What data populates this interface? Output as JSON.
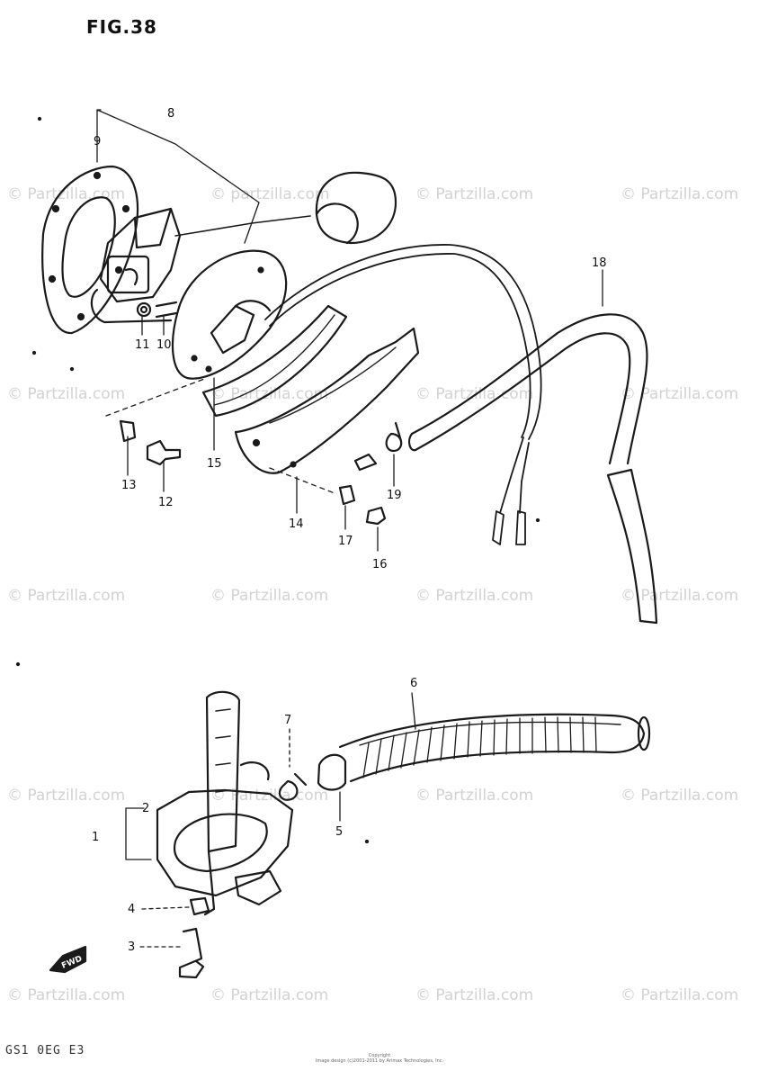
{
  "figure": {
    "title": "FIG.38",
    "code": "GS1 0EG E3"
  },
  "watermark": {
    "text": "© Partzilla.com",
    "alt_text": "© partzilla.com"
  },
  "copyright": {
    "line1": "Copyright",
    "line2": "Image design (c)2001-2011 by Arimax Technologies, Inc."
  },
  "direction_badge": {
    "label": "FWD"
  },
  "callouts": [
    "1",
    "2",
    "3",
    "4",
    "5",
    "6",
    "7",
    "8",
    "9",
    "10",
    "11",
    "12",
    "13",
    "14",
    "15",
    "16",
    "17",
    "18",
    "19"
  ],
  "colors": {
    "ink": "#1a1a1a",
    "watermark": "#d2d2d2"
  }
}
